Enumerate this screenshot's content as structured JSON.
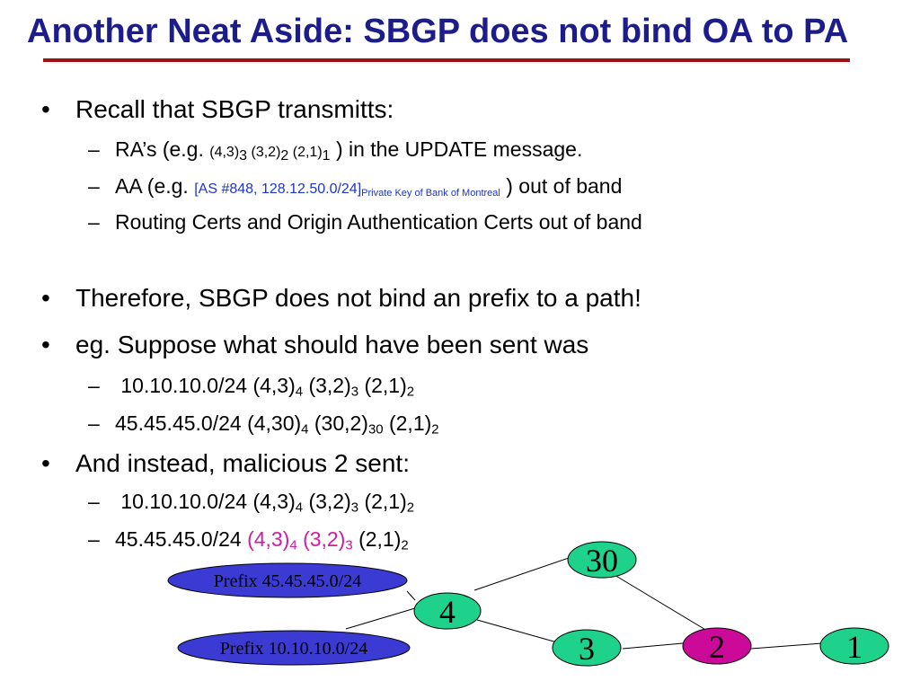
{
  "title": "Another Neat Aside:  SBGP does not bind OA to PA",
  "bullets": {
    "b1": {
      "text": "Recall that SBGP transmitts:",
      "sub": {
        "ra_prefix": "RA’s (e.g. ",
        "ra_p1": "(4,3)",
        "ra_s1": "3",
        "ra_p2": " (3,2)",
        "ra_s2": "2",
        "ra_p3": " (2,1)",
        "ra_s3": "1",
        "ra_suffix": " ) in the UPDATE message.",
        "aa_prefix": "AA (e.g. ",
        "aa_blue": "[AS #848, 128.12.50.0/24]",
        "aa_blue_sub": "Private Key of Bank of Montreal",
        "aa_suffix": " ) out of band",
        "certs": "Routing Certs and Origin Authentication Certs out of band"
      }
    },
    "b2": {
      "text": "Therefore, SBGP does not bind an prefix to a path!"
    },
    "b3": {
      "text": "eg.  Suppose what should have been sent was",
      "r1": {
        "a": " 10.10.10.0/24 (4,3)",
        "a_sub": "4",
        "b": " (3,2)",
        "b_sub": "3",
        "c": " (2,1)",
        "c_sub": "2"
      },
      "r2": {
        "a": "45.45.45.0/24 (4,30)",
        "a_sub": "4",
        "b": " (30,2)",
        "b_sub": "30",
        "c": " (2,1)",
        "c_sub": "2"
      }
    },
    "b4": {
      "text": "And instead, malicious 2 sent:",
      "r1": {
        "a": " 10.10.10.0/24 (4,3)",
        "a_sub": "4",
        "b": " (3,2)",
        "b_sub": "3",
        "c": " (2,1)",
        "c_sub": "2"
      },
      "r2": {
        "a": "45.45.45.0/24 ",
        "m1": "(4,3)",
        "m1_sub": "4",
        "m2": " (3,2)",
        "m2_sub": "3",
        "c": " (2,1)",
        "c_sub": "2"
      }
    }
  },
  "bullet_symbol": "•",
  "dash_symbol": "–",
  "diagram": {
    "prefix_a": "Prefix 45.45.45.0/24",
    "prefix_b": "Prefix 10.10.10.0/24",
    "nodes": {
      "n30": "30",
      "n4": "4",
      "n3": "3",
      "n2": "2",
      "n1": "1"
    }
  },
  "colors": {
    "title": "#1c1c8c",
    "rule": "#a01010",
    "node_green": "#1fd28c",
    "node_magenta": "#cc0a99",
    "prefix_fill": "#3b3bd4",
    "link_blue": "#1f35c8",
    "highlight": "#d01ba3"
  }
}
